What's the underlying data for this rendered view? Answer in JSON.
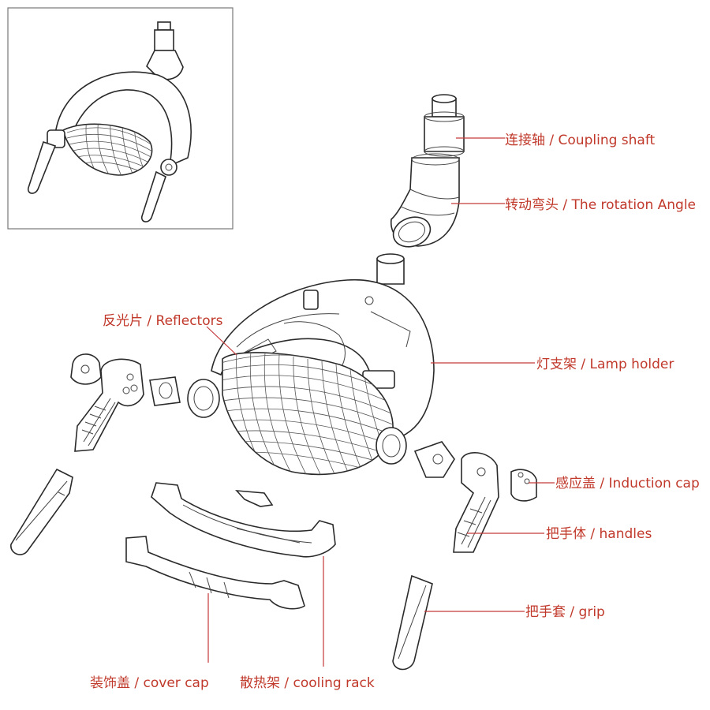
{
  "labels": {
    "coupling_shaft": "连接轴 / Coupling shaft",
    "rotation_angle": "转动弯头 / The rotation Angle",
    "reflectors": "反光片 / Reflectors",
    "lamp_holder": "灯支架 / Lamp holder",
    "induction_cap": "感应盖 / Induction cap",
    "handles": "把手体 / handles",
    "grip": "把手套 / grip",
    "cover_cap": "装饰盖 / cover cap",
    "cooling_rack": "散热架 / cooling rack"
  },
  "colors": {
    "label": "#c0392b",
    "leader": "#c43a3a",
    "line": "#2a2a2a"
  }
}
